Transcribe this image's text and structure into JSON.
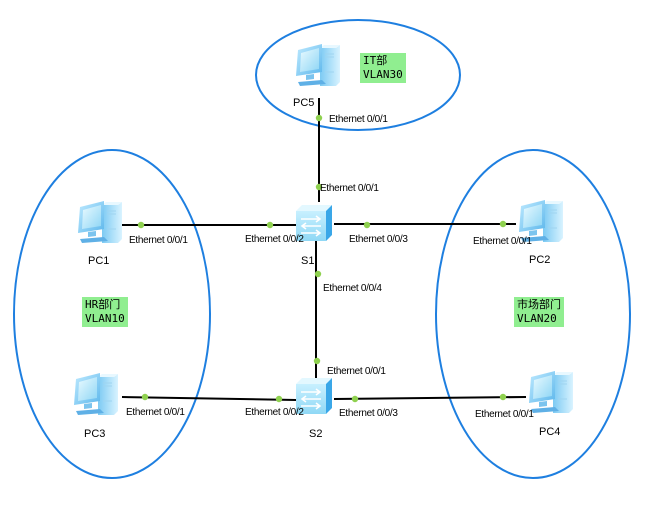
{
  "diagram": {
    "colors": {
      "zone_border": "#1e7fe0",
      "link": "#000000",
      "port_dot": "#8fd14f",
      "note_bg": "#90ee90"
    },
    "zones": [
      {
        "id": "zone-it",
        "name": "IT部",
        "vlan": "VLAN30"
      },
      {
        "id": "zone-hr",
        "name": "HR部门",
        "vlan": "VLAN10"
      },
      {
        "id": "zone-market",
        "name": "市场部门",
        "vlan": "VLAN20"
      }
    ],
    "devices": [
      {
        "id": "PC5",
        "type": "pc",
        "label": "PC5"
      },
      {
        "id": "PC1",
        "type": "pc",
        "label": "PC1"
      },
      {
        "id": "PC2",
        "type": "pc",
        "label": "PC2"
      },
      {
        "id": "PC3",
        "type": "pc",
        "label": "PC3"
      },
      {
        "id": "PC4",
        "type": "pc",
        "label": "PC4"
      },
      {
        "id": "S1",
        "type": "switch",
        "label": "S1"
      },
      {
        "id": "S2",
        "type": "switch",
        "label": "S2"
      }
    ],
    "links": [
      {
        "a": "PC5",
        "a_port": "Ethernet 0/0/1",
        "b": "S1",
        "b_port": "Ethernet 0/0/1"
      },
      {
        "a": "PC1",
        "a_port": "Ethernet 0/0/1",
        "b": "S1",
        "b_port": "Ethernet 0/0/2"
      },
      {
        "a": "S1",
        "a_port": "Ethernet 0/0/3",
        "b": "PC2",
        "b_port": "Ethernet 0/0/1"
      },
      {
        "a": "S1",
        "a_port": "Ethernet 0/0/4",
        "b": "S2",
        "b_port": "Ethernet 0/0/1"
      },
      {
        "a": "PC3",
        "a_port": "Ethernet 0/0/1",
        "b": "S2",
        "b_port": "Ethernet 0/0/2"
      },
      {
        "a": "S2",
        "a_port": "Ethernet 0/0/3",
        "b": "PC4",
        "b_port": "Ethernet 0/0/1"
      }
    ]
  }
}
